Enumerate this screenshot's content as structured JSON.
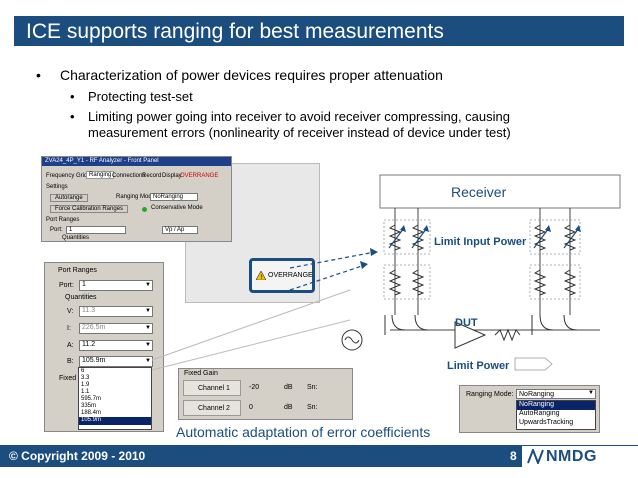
{
  "slide": {
    "title": "ICE supports ranging for best measurements",
    "bullets": [
      "Characterization of power devices requires proper attenuation",
      "Protecting test-set",
      "Limiting power going into receiver to avoid receiver compressing, causing",
      "measurement errors (nonlinearity of receiver instead of device under test)"
    ],
    "caption": "Automatic adaptation of error coefficients",
    "footer": "© Copyright 2009 - 2010",
    "page_number": "8",
    "logo": "NMDG"
  },
  "rf_panel": {
    "window_title": "ZVA24_4P_Y1 - RF Analyzer - Front Panel",
    "tabs": [
      "Frequency Grid",
      "Ranging",
      "Connections",
      "Record",
      "Display"
    ],
    "overrange_badge": "OVERRANGE",
    "settings_label": "Settings",
    "autorange_button": "Autorange",
    "ranging_mode_label": "Ranging Mode:",
    "ranging_mode_value": "NoRanging",
    "force_calibration_label": "Force Calibration Ranges",
    "conservative_mode_label": "Conservative Mode",
    "port_ranges_label": "Port Ranges",
    "port_label": "Port:",
    "port_value": "1",
    "vp_value": "Vp / Ap",
    "quantities_label": "Quantities"
  },
  "overrange_popup": {
    "text": "OVERRANGE"
  },
  "port_ranges_panel": {
    "group_label": "Port Ranges",
    "port_label": "Port:",
    "port_value": "1",
    "quantities_label": "Quantities",
    "rows": [
      {
        "label": "V:",
        "value": "11.3"
      },
      {
        "label": "I:",
        "value": "226.5m"
      },
      {
        "label": "A:",
        "value": "11.2"
      },
      {
        "label": "B:",
        "value": "105.9m"
      }
    ],
    "fixed_label": "Fixed",
    "dropdown_options": [
      "6",
      "3.3",
      "1.9",
      "1.1",
      "595.7m",
      "335m",
      "188.4m",
      "105.9m"
    ],
    "dropdown_selected": "105.9m"
  },
  "fixed_gain_panel": {
    "title": "Fixed Gain",
    "rows": [
      {
        "channel": "Channel 1",
        "value": "-20",
        "unit": "dB",
        "sn": "Sn:"
      },
      {
        "channel": "Channel 2",
        "value": "0",
        "unit": "dB",
        "sn": "Sn:"
      }
    ]
  },
  "ranging_mode_panel": {
    "label": "Ranging Mode:",
    "value": "NoRanging",
    "options": [
      "NoRanging",
      "AutoRanging",
      "UpwardsTracking"
    ],
    "selected": "NoRanging"
  },
  "diagram": {
    "receiver_label": "Receiver",
    "limit_input_power_label": "Limit Input Power",
    "dut_label": "DUT",
    "limit_power_label": "Limit Power"
  },
  "colors": {
    "brand": "#1b4d7e",
    "diagram_line": "#1b4d7e"
  }
}
